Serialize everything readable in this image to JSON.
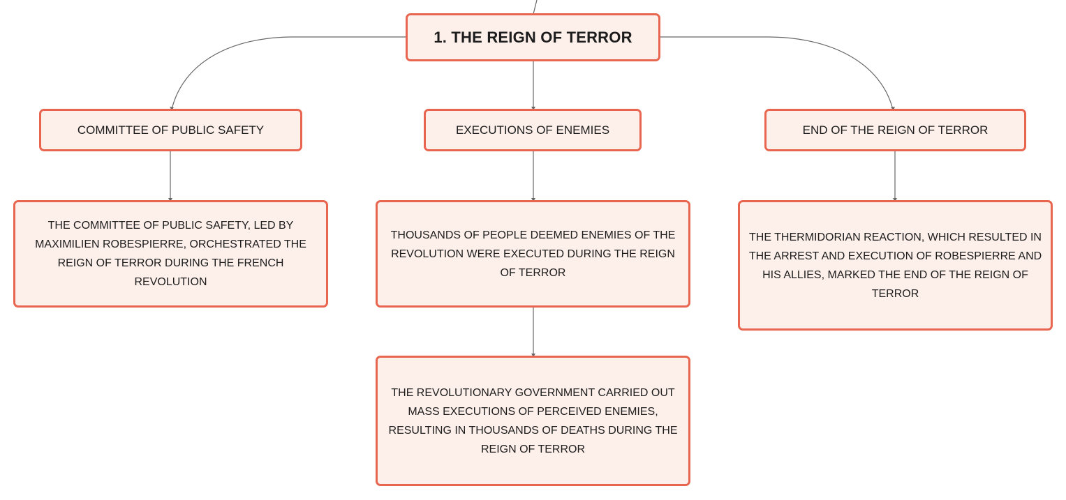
{
  "diagram": {
    "root": {
      "label": "1. THE REIGN OF TERROR"
    },
    "branches": [
      {
        "label": "COMMITTEE OF PUBLIC SAFETY",
        "details": [
          "THE COMMITTEE OF PUBLIC SAFETY, LED BY MAXIMILIEN ROBESPIERRE, ORCHESTRATED THE REIGN OF TERROR DURING THE FRENCH REVOLUTION"
        ]
      },
      {
        "label": "EXECUTIONS OF ENEMIES",
        "details": [
          "THOUSANDS OF PEOPLE DEEMED ENEMIES OF THE REVOLUTION WERE EXECUTED DURING THE REIGN OF TERROR",
          "THE REVOLUTIONARY GOVERNMENT CARRIED OUT MASS EXECUTIONS OF PERCEIVED ENEMIES, RESULTING IN THOUSANDS OF DEATHS DURING THE REIGN OF TERROR"
        ]
      },
      {
        "label": "END OF THE REIGN OF TERROR",
        "details": [
          "THE THERMIDORIAN REACTION, WHICH RESULTED IN THE ARREST AND EXECUTION OF ROBESPIERRE AND HIS ALLIES, MARKED THE END OF THE REIGN OF TERROR"
        ]
      }
    ]
  },
  "colors": {
    "node_border": "#e8664f",
    "node_fill": "#fdefea",
    "connector": "#666666",
    "text": "#1c1c1c"
  }
}
